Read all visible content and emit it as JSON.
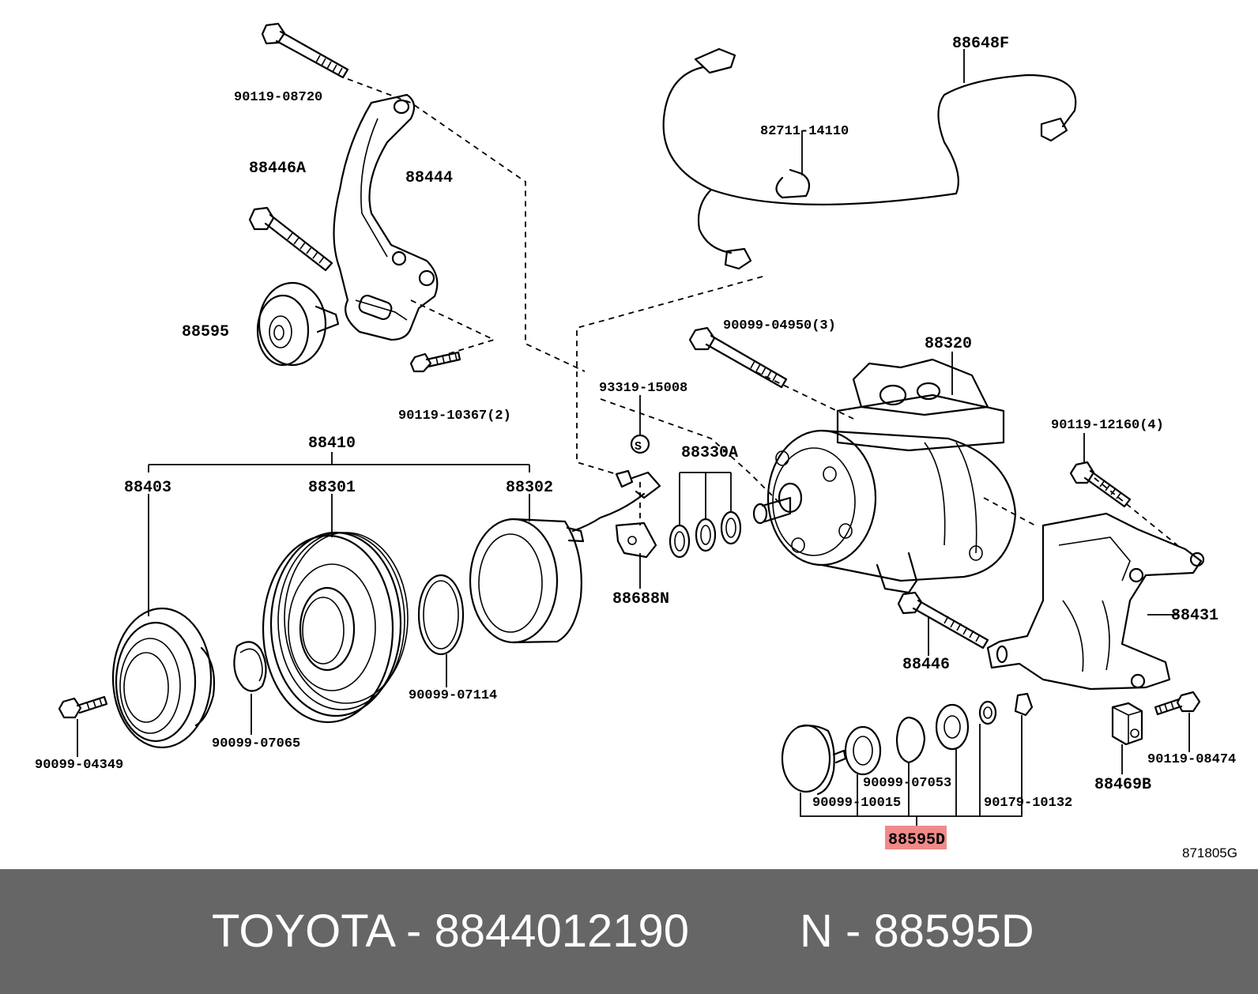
{
  "diagram": {
    "labels": {
      "p90119_08720": "90119-08720",
      "p88446A": "88446A",
      "p88444": "88444",
      "p88595": "88595",
      "p90119_10367": "90119-10367(2)",
      "p88648F": "88648F",
      "p82711_14110": "82711-14110",
      "p90099_04950": "90099-04950(3)",
      "p88320": "88320",
      "p93319_15008": "93319-15008",
      "p88330A": "88330A",
      "p88410": "88410",
      "p88403": "88403",
      "p88301": "88301",
      "p88302": "88302",
      "p88688N": "88688N",
      "p90119_12160": "90119-12160(4)",
      "p88431": "88431",
      "p88446": "88446",
      "p90099_07114": "90099-07114",
      "p90099_07065": "90099-07065",
      "p90099_04349": "90099-04349",
      "p90099_07053": "90099-07053",
      "p90099_10015": "90099-10015",
      "p90179_10132": "90179-10132",
      "p88469B": "88469B",
      "p90119_08474": "90119-08474",
      "p88595D": "88595D",
      "ref_code": "871805G",
      "sensor_symbol": "S"
    },
    "highlight_color": "#f08a8a"
  },
  "footer": {
    "brand_part": "TOYOTA - 8844012190",
    "ref_part": "N - 88595D",
    "background": "#666666",
    "text_color": "#ffffff"
  }
}
